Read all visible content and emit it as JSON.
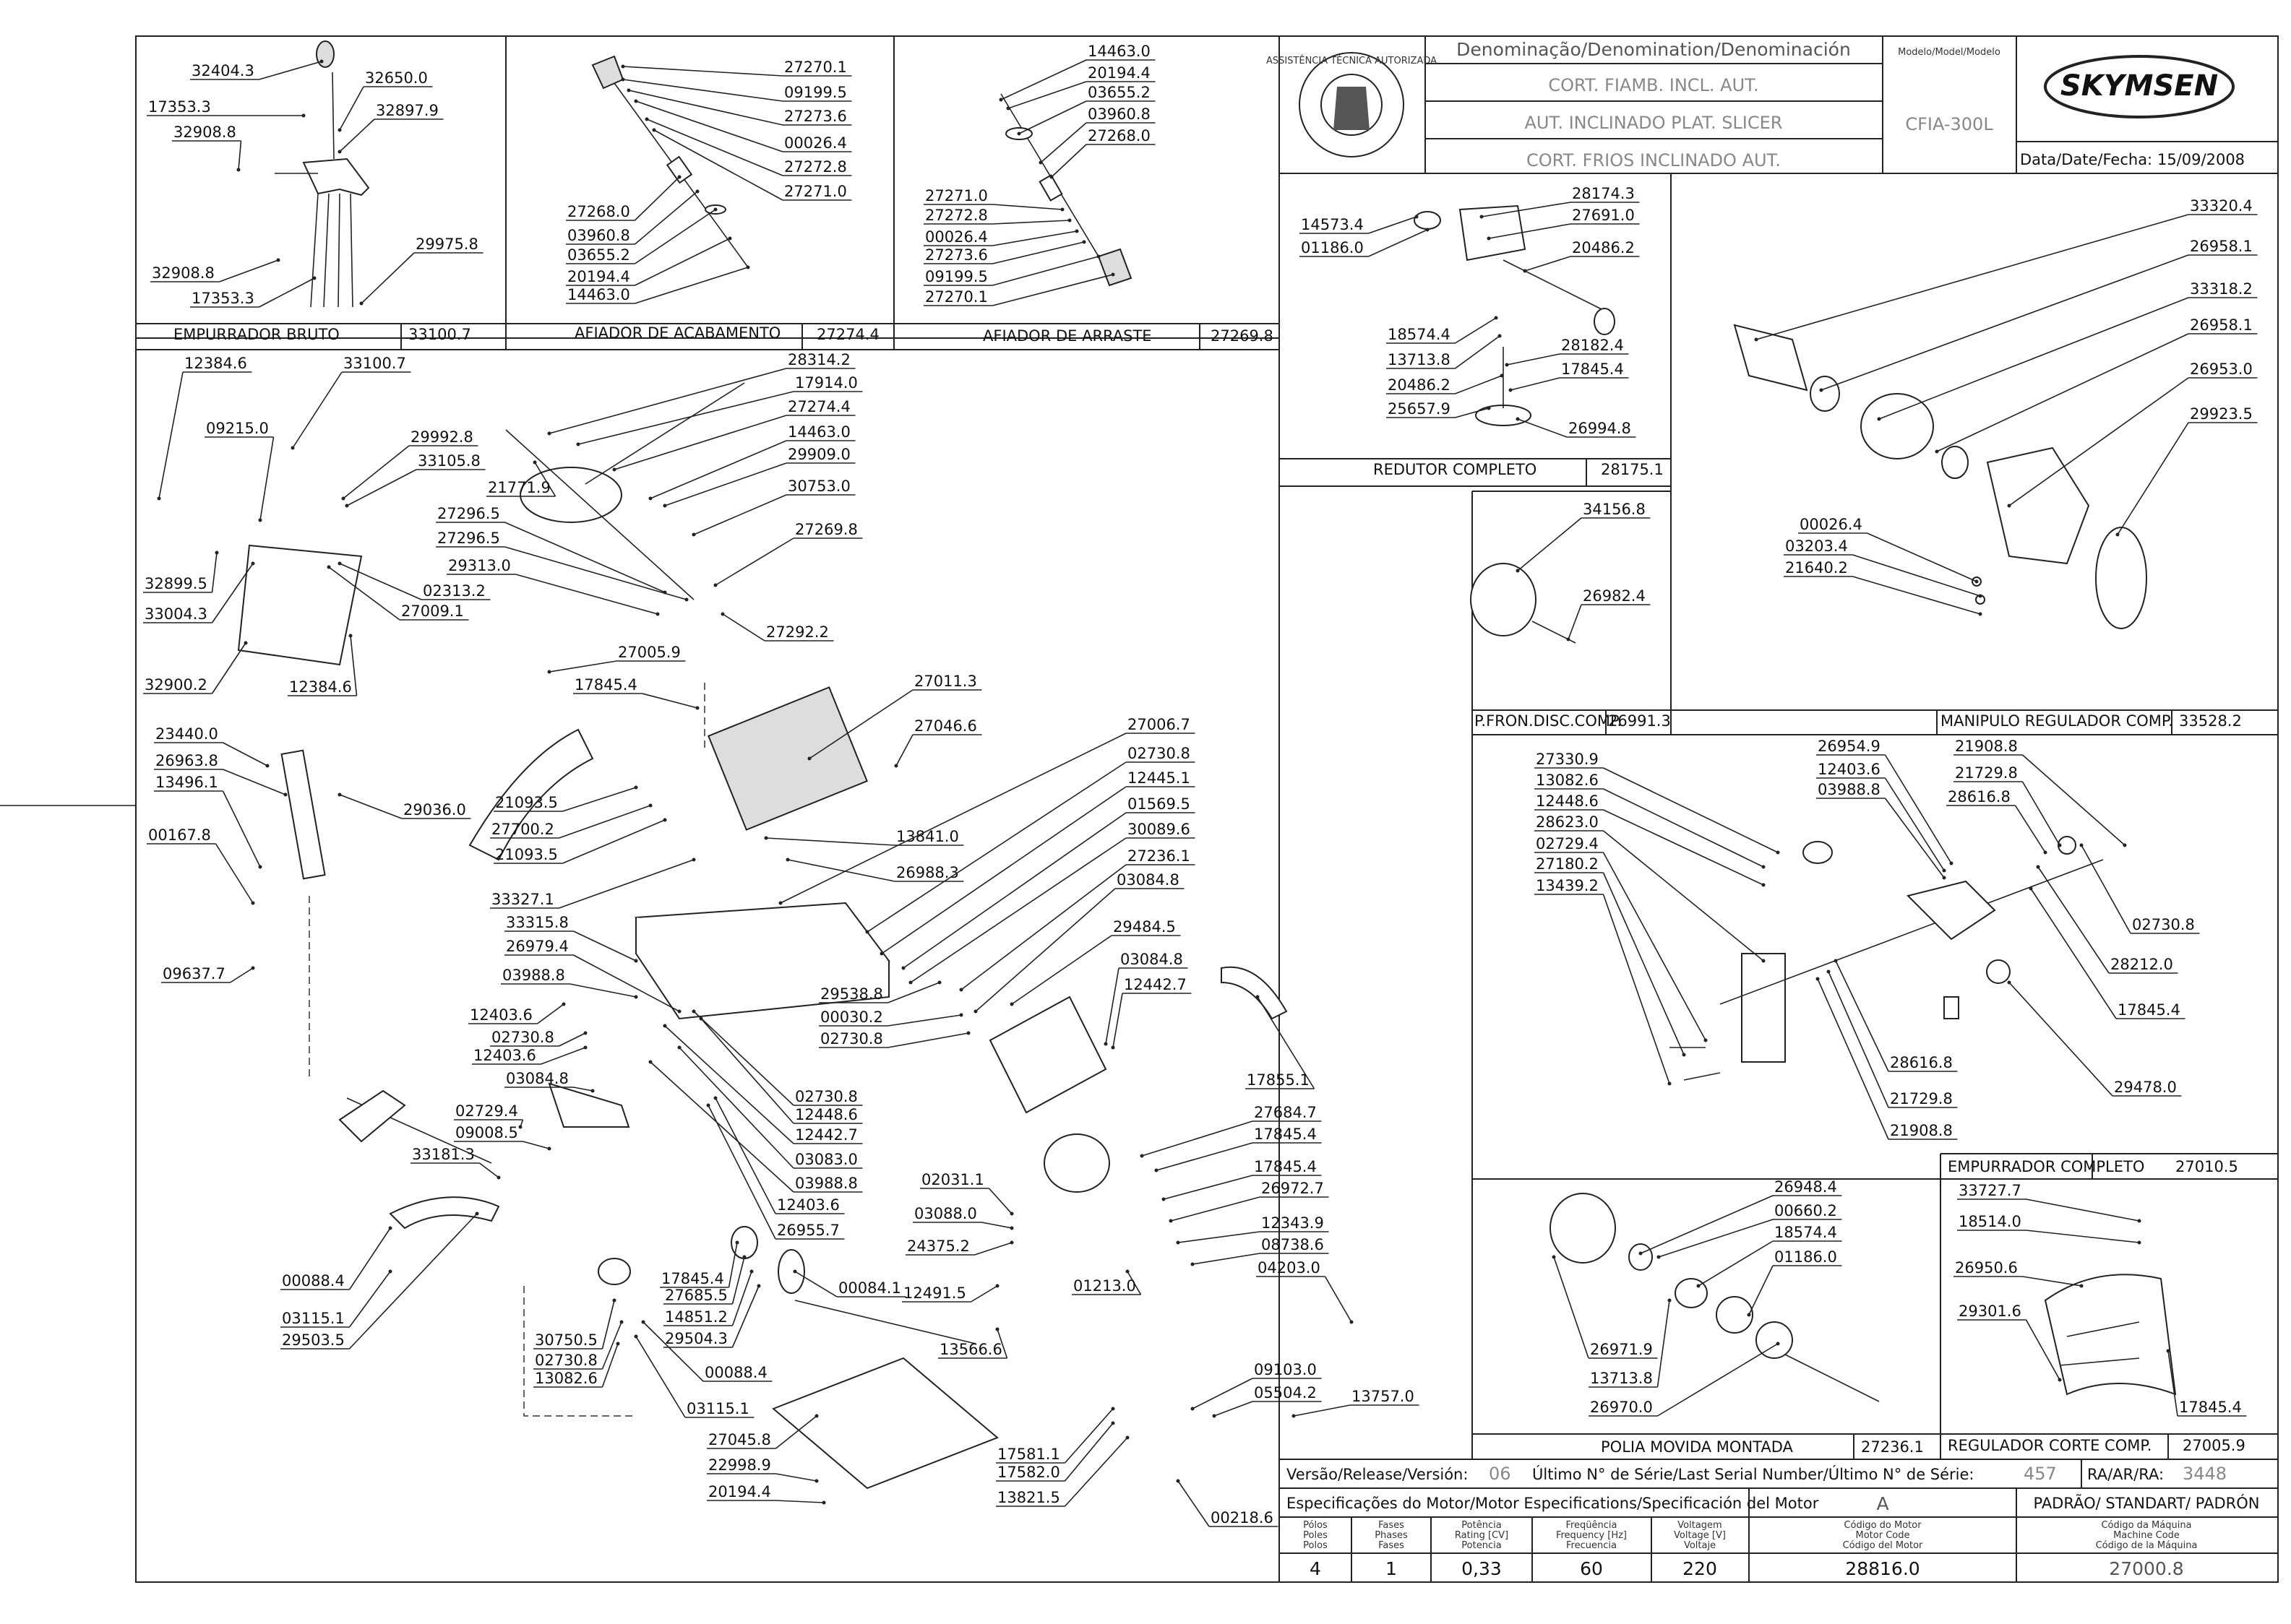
{
  "header": {
    "denomination_label": "Denominação/Denomination/Denominación",
    "names": [
      "CORT. FIAMB. INCL. AUT.",
      "AUT. INCLINADO PLAT. SLICER",
      "CORT. FRIOS INCLINADO  AUT."
    ],
    "model_label": "Modelo/Model/Modelo",
    "model": "CFIA-300L",
    "date_label": "Data/Date/Fecha:",
    "date": "15/09/2008",
    "brand": "SKYMSEN",
    "seal": "ASSISTÊNCIA TÉCNICA AUTORIZADA"
  },
  "assemblies": [
    {
      "name": "EMPURRADOR BRUTO",
      "code": "33100.7"
    },
    {
      "name": "AFIADOR DE ACABAMENTO",
      "code": "27274.4"
    },
    {
      "name": "AFIADOR DE ARRASTE",
      "code": "27269.8"
    },
    {
      "name": "REDUTOR COMPLETO",
      "code": "28175.1"
    },
    {
      "name": "P.FRON.DISC.COMP.",
      "code": "26991.3"
    },
    {
      "name": "MANIPULO REGULADOR COMP.",
      "code": "33528.2"
    },
    {
      "name": "EMPURRADOR COMPLETO",
      "code": "27010.5"
    },
    {
      "name": "POLIA MOVIDA MONTADA",
      "code": "27236.1"
    },
    {
      "name": "REGULADOR CORTE COMP.",
      "code": "27005.9"
    }
  ],
  "parts": {
    "a": [
      "32404.3",
      "32650.0",
      "17353.3",
      "32897.9",
      "32908.8",
      "29975.8",
      "32908.8",
      "17353.3"
    ],
    "b": [
      "27270.1",
      "09199.5",
      "27273.6",
      "00026.4",
      "27272.8",
      "27271.0",
      "27268.0",
      "03960.8",
      "03655.2",
      "20194.4",
      "14463.0"
    ],
    "c": [
      "14463.0",
      "20194.4",
      "03655.2",
      "03960.8",
      "27268.0",
      "27271.0",
      "27272.8",
      "00026.4",
      "27273.6",
      "09199.5",
      "27270.1"
    ],
    "d": [
      "14573.4",
      "01186.0",
      "28174.3",
      "27691.0",
      "20486.2",
      "18574.4",
      "13713.8",
      "28182.4",
      "20486.2",
      "17845.4",
      "25657.9",
      "26994.8"
    ],
    "e": [
      "33320.4",
      "26958.1",
      "33318.2",
      "26958.1",
      "26953.0",
      "29923.5",
      "00026.4",
      "03203.4",
      "21640.2"
    ],
    "f": [
      "34156.8",
      "26982.4"
    ],
    "g": [
      "26954.9",
      "21908.8",
      "12403.6",
      "21729.8",
      "03988.8",
      "28616.8",
      "27330.9",
      "13082.6",
      "12448.6",
      "28623.0",
      "02729.4",
      "27180.2",
      "13439.2",
      "02730.8",
      "28212.0",
      "17845.4",
      "28616.8",
      "21729.8",
      "21908.8",
      "29478.0"
    ],
    "h": [
      "26948.4",
      "00660.2",
      "18574.4",
      "01186.0",
      "26971.9",
      "13713.8",
      "26970.0"
    ],
    "i": [
      "33727.7",
      "18514.0",
      "26950.6",
      "29301.6",
      "17845.4"
    ],
    "main_left": [
      "33100.7",
      "12384.6",
      "09215.0",
      "29992.8",
      "33105.8",
      "32899.5",
      "33004.3",
      "02313.2",
      "27009.1",
      "32900.2",
      "12384.6",
      "23440.0",
      "26963.8",
      "13496.1",
      "29036.0",
      "00167.8",
      "09637.7"
    ],
    "main_top": [
      "28314.2",
      "17914.0",
      "27274.4",
      "14463.0",
      "29909.0",
      "21771.9",
      "30753.0",
      "27296.5",
      "27296.5",
      "27269.8",
      "29313.0",
      "27292.2",
      "27005.9",
      "17845.4",
      "27011.3",
      "27046.6",
      "21093.5",
      "27700.2",
      "21093.5",
      "13841.0",
      "26988.3",
      "33327.1"
    ],
    "main_mid": [
      "33315.8",
      "26979.4",
      "03988.8",
      "12403.6",
      "02730.8",
      "12403.6",
      "03084.8",
      "02729.4",
      "09008.5",
      "33181.3",
      "00088.4",
      "03115.1",
      "29503.5",
      "29538.8",
      "00030.2",
      "02730.8",
      "02730.8",
      "12448.6",
      "12442.7",
      "03083.0",
      "03988.8",
      "12403.6",
      "26955.7"
    ],
    "main_bottom": [
      "17845.4",
      "27685.5",
      "14851.2",
      "29504.3",
      "00084.1",
      "30750.5",
      "02730.8",
      "13082.6",
      "00088.4",
      "03115.1",
      "27045.8",
      "22998.9",
      "20194.4"
    ],
    "main_right": [
      "27006.7",
      "02730.8",
      "12445.1",
      "01569.5",
      "30089.6",
      "27236.1",
      "03084.8",
      "29484.5",
      "03084.8",
      "12442.7",
      "17855.1",
      "27684.7",
      "17845.4",
      "17845.4",
      "26972.7",
      "12343.9",
      "08738.6",
      "04203.0",
      "02031.1",
      "03088.0",
      "24375.2",
      "12491.5",
      "01213.0",
      "13566.6",
      "09103.0",
      "05504.2",
      "13757.0",
      "17581.1",
      "17582.0",
      "13821.5",
      "00218.6"
    ]
  },
  "footer": {
    "version_label": "Versão/Release/Versión:",
    "version": "06",
    "serial_label": "Último N° de Série/Last Serial Number/Último N° de Série:",
    "serial": "457",
    "ra_label": "RA/AR/RA:",
    "ra": "3448",
    "spec_label": "Especificações do Motor/Motor Especifications/Specificación del Motor",
    "variant": "A",
    "standard_label": "PADRÃO/ STANDART/ PADRÓN",
    "col_heads": [
      [
        "Pólos",
        "Poles",
        "Polos"
      ],
      [
        "Fases",
        "Phases",
        "Fases"
      ],
      [
        "Potência",
        "Rating [CV]",
        "Potencia"
      ],
      [
        "Freqüência",
        "Frequency [Hz]",
        "Frecuencia"
      ],
      [
        "Voltagem",
        "Voltage [V]",
        "Voltaje"
      ],
      [
        "Código do Motor",
        "Motor Code",
        "Código del Motor"
      ],
      [
        "Código da Máquina",
        "Machine Code",
        "Código de la Máquina"
      ]
    ],
    "values": [
      "4",
      "1",
      "0,33",
      "60",
      "220",
      "28816.0",
      "27000.8"
    ]
  }
}
